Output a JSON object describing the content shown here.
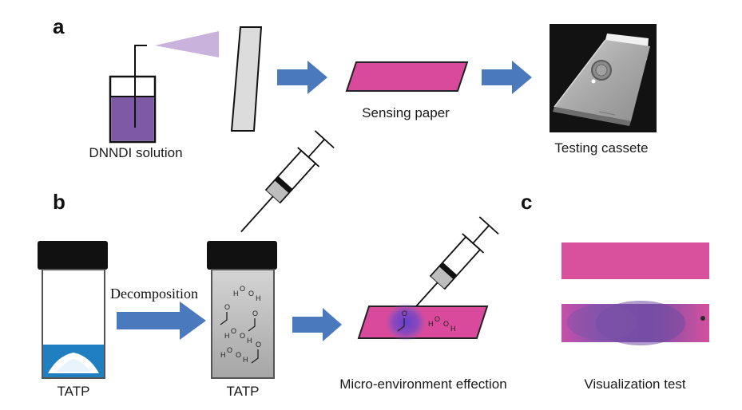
{
  "panels": {
    "a": "a",
    "b": "b",
    "c": "c"
  },
  "labels": {
    "dnndi_solution": "DNNDI solution",
    "sensing_paper": "Sensing paper",
    "testing_cassette": "Testing cassete",
    "decomposition": "Decomposition",
    "tatp_left": "TATP",
    "tatp_right": "TATP",
    "micro_env": "Micro-environment effection",
    "visualization": "Visualization test"
  },
  "molecules": {
    "h2o2": {
      "h": "H",
      "o": "O"
    },
    "acetone": {
      "o": "O"
    }
  },
  "colors": {
    "arrow": "#4b79bd",
    "sensing_paper": "#d94a9c",
    "solution": "#7e5aa6",
    "spray": "#c9b3dd",
    "cap": "#111111",
    "vial_gray": "#b8b8b8",
    "tatp_powder": "#1f7fc1",
    "strip_top": "#d9519d",
    "strip_bottom_purple": "#7b4f9f",
    "spot": "#6b48c8"
  }
}
